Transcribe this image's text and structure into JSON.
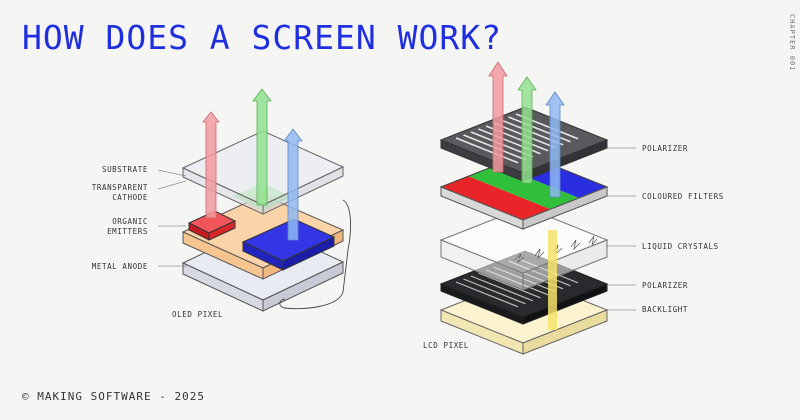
{
  "title": "HOW DOES A SCREEN WORK?",
  "side_label": "CHAPTER 001",
  "footer": "© MAKING SOFTWARE - 2025",
  "oled": {
    "caption": "OLED PIXEL",
    "labels": {
      "substrate": "SUBSTRATE",
      "cathode_line1": "TRANSPARENT",
      "cathode_line2": "CATHODE",
      "emitters_line1": "ORGANIC",
      "emitters_line2": "EMITTERS",
      "anode": "METAL ANODE"
    }
  },
  "lcd": {
    "caption": "LCD PIXEL",
    "labels": {
      "polarizer_top": "POLARIZER",
      "filters": "COLOURED FILTERS",
      "crystals": "LIQUID CRYSTALS",
      "polarizer_bottom": "POLARIZER",
      "backlight": "BACKLIGHT"
    }
  },
  "colors": {
    "title": "#1f2fe0",
    "red": "#e8262a",
    "green": "#2fbf3a",
    "blue": "#2a2ee0",
    "arrow_red": "#f29aa0",
    "arrow_green": "#92e08f",
    "arrow_blue": "#8fb8f2",
    "peach": "#fbd3a8",
    "dark_panel": "#5a5a5e",
    "black_panel": "#2a2a2e",
    "backlight": "#fbf3cf",
    "yellow_beam": "#f4e26a"
  }
}
